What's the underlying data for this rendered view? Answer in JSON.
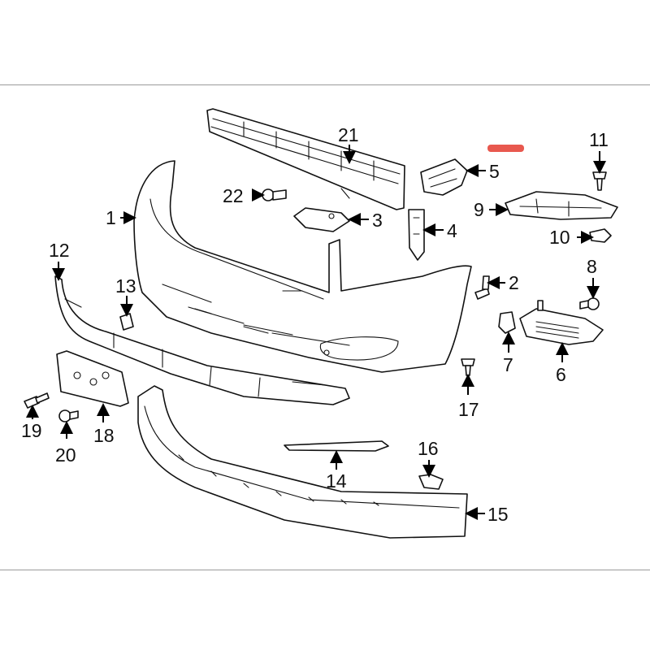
{
  "diagram": {
    "highlight_color": "#e8584e",
    "callouts": [
      {
        "id": "1",
        "label": "1"
      },
      {
        "id": "2",
        "label": "2"
      },
      {
        "id": "3",
        "label": "3"
      },
      {
        "id": "4",
        "label": "4"
      },
      {
        "id": "5",
        "label": "5"
      },
      {
        "id": "6",
        "label": "6"
      },
      {
        "id": "7",
        "label": "7"
      },
      {
        "id": "8",
        "label": "8"
      },
      {
        "id": "9",
        "label": "9"
      },
      {
        "id": "10",
        "label": "10"
      },
      {
        "id": "11",
        "label": "11"
      },
      {
        "id": "12",
        "label": "12"
      },
      {
        "id": "13",
        "label": "13"
      },
      {
        "id": "14",
        "label": "14"
      },
      {
        "id": "15",
        "label": "15"
      },
      {
        "id": "16",
        "label": "16"
      },
      {
        "id": "17",
        "label": "17"
      },
      {
        "id": "18",
        "label": "18"
      },
      {
        "id": "19",
        "label": "19"
      },
      {
        "id": "20",
        "label": "20"
      },
      {
        "id": "21",
        "label": "21"
      },
      {
        "id": "22",
        "label": "22"
      }
    ]
  }
}
